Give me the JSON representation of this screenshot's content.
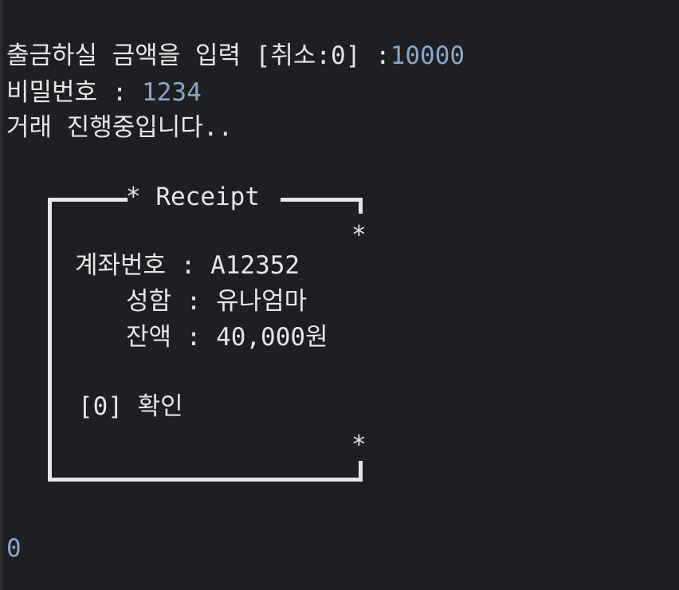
{
  "terminal": {
    "withdraw_prompt": "출금하실 금액을 입력 [취소:0] :",
    "withdraw_input": "10000",
    "pin_prompt": "비밀번호 : ",
    "pin_input": "1234",
    "processing": "거래 진행중입니다..",
    "final_input": "0"
  },
  "receipt": {
    "title": "* Receipt",
    "corner_mark": "*",
    "account_label": "계좌번호",
    "account_value": "A12352",
    "name_label": "성함",
    "name_value": "유나엄마",
    "balance_label": "잔액",
    "balance_value": "40,000원",
    "separator": ":",
    "confirm_option": "[0] 확인"
  },
  "colors": {
    "background": "#1d1f22",
    "text": "#e6e6e6",
    "input": "#8aa6c9"
  }
}
